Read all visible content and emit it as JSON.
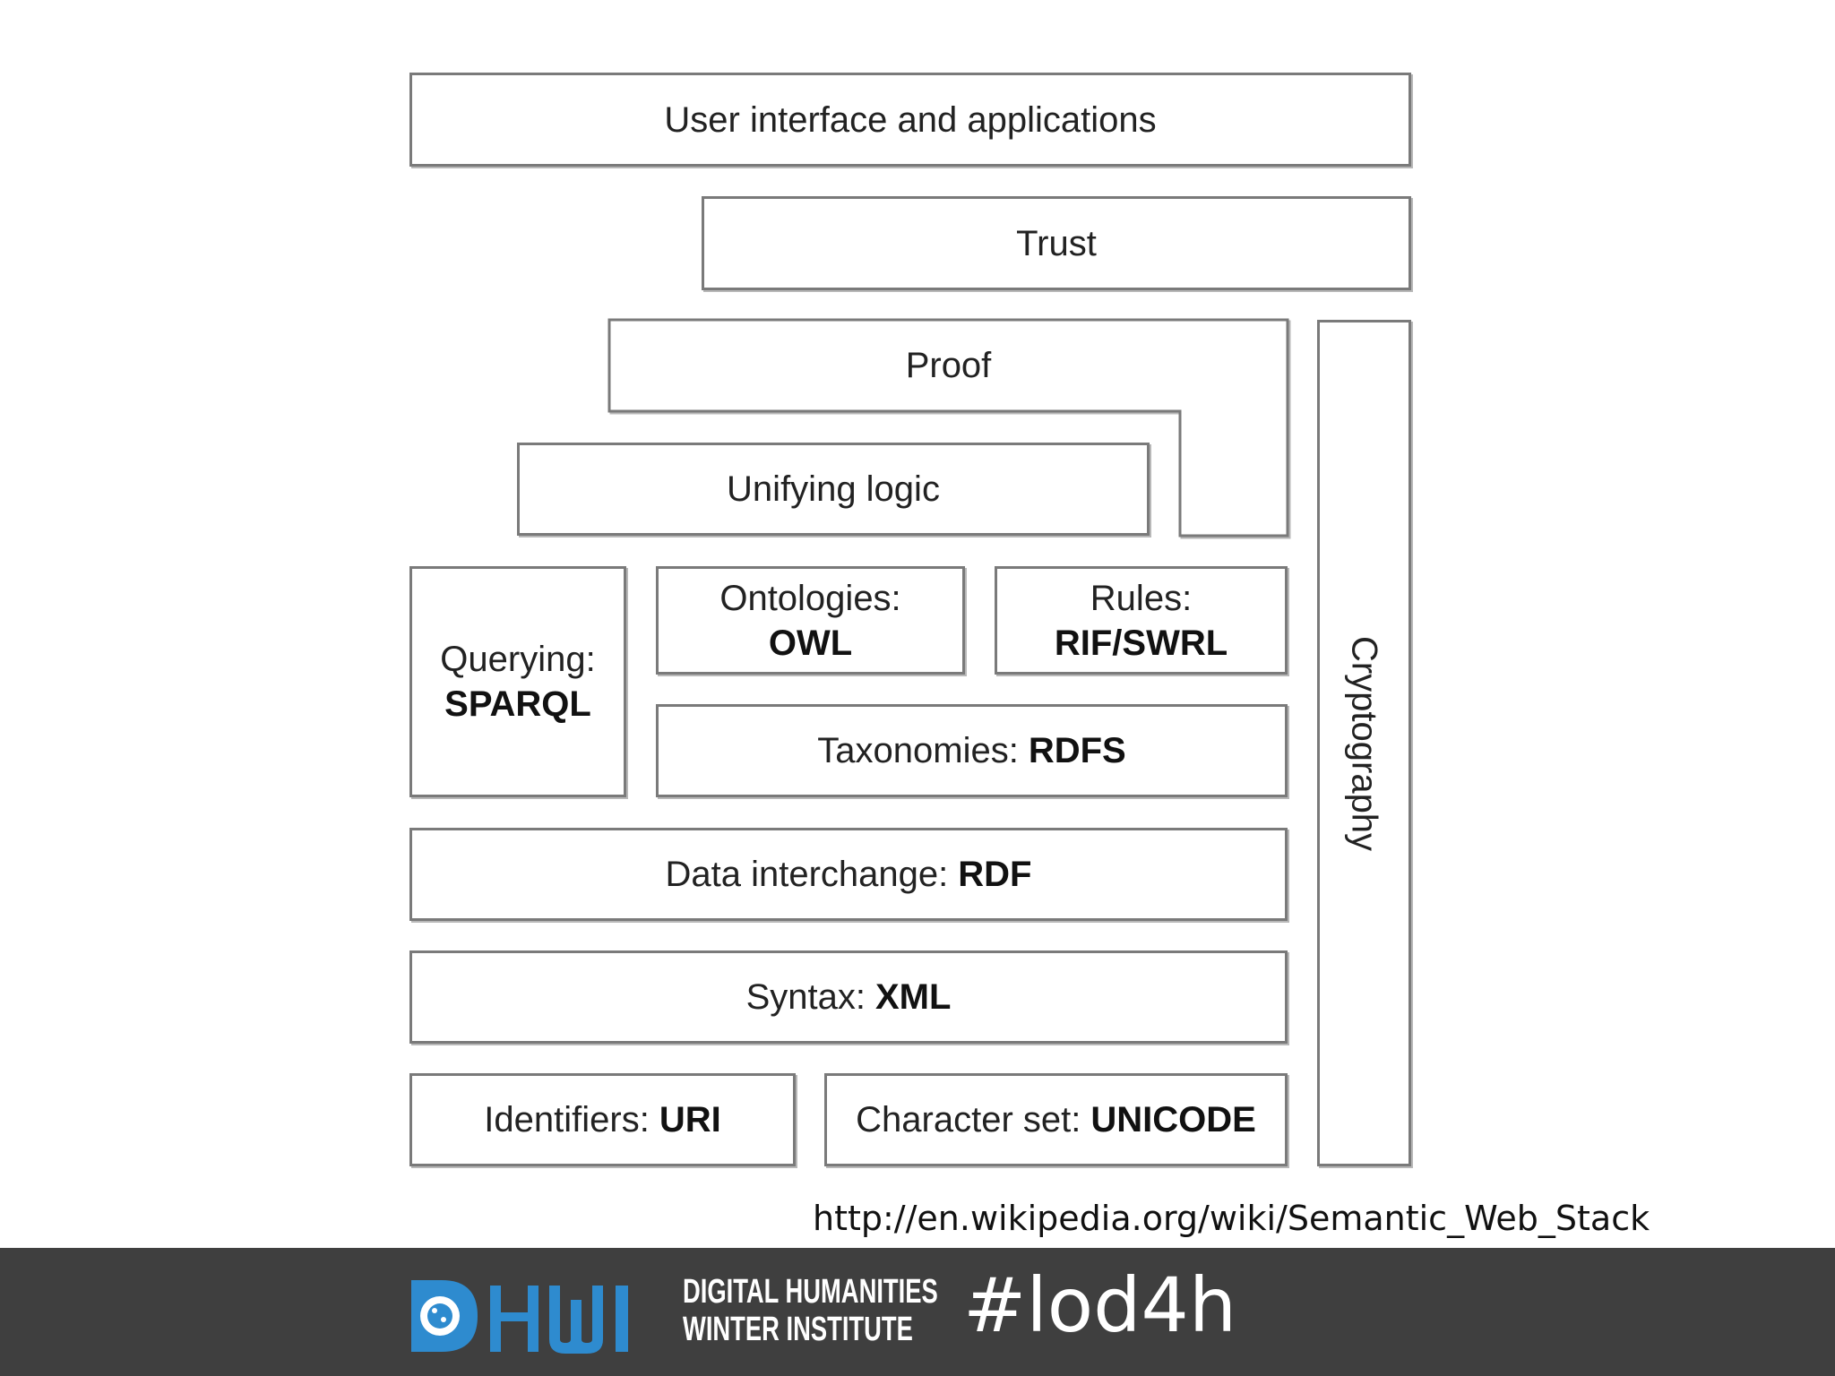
{
  "diagram": {
    "user_interface": "User interface and applications",
    "trust": "Trust",
    "proof": "Proof",
    "unifying_logic": "Unifying logic",
    "querying": {
      "label": "Querying:",
      "tech": "SPARQL"
    },
    "ontologies": {
      "label": "Ontologies:",
      "tech": "OWL"
    },
    "rules": {
      "label": "Rules:",
      "tech": "RIF/SWRL"
    },
    "taxonomies": {
      "label": "Taxonomies:",
      "tech": "RDFS"
    },
    "data_interchange": {
      "label": "Data interchange:",
      "tech": "RDF"
    },
    "syntax": {
      "label": "Syntax:",
      "tech": "XML"
    },
    "identifiers": {
      "label": "Identifiers:",
      "tech": "URI"
    },
    "character_set": {
      "label": "Character set:",
      "tech": "UNICODE"
    },
    "cryptography": "Cryptography"
  },
  "source_url": "http://en.wikipedia.org/wiki/Semantic_Web_Stack",
  "footer": {
    "logo_text": "DHWI",
    "institute_line1": "DIGITAL HUMANITIES",
    "institute_line2": "WINTER INSTITUTE",
    "hashtag": "#lod4h",
    "colors": {
      "background": "#3f3f3f",
      "logo_blue": "#2e8bcf",
      "text": "#ffffff"
    }
  }
}
